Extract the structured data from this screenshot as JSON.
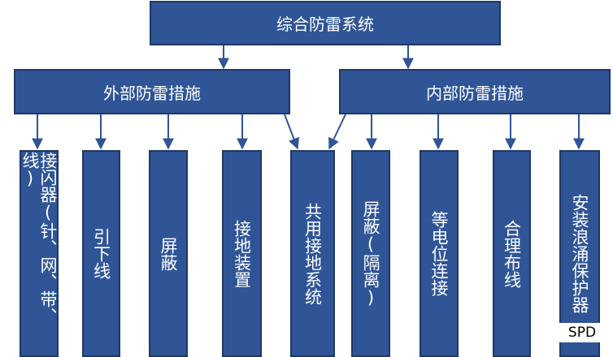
{
  "root": {
    "label": "综合防雷系统"
  },
  "external": {
    "label": "外部防雷措施",
    "items": [
      {
        "label": "接闪器(针、网、带、线)"
      },
      {
        "label": "引下线"
      },
      {
        "label": "屏蔽"
      },
      {
        "label": "接地装置"
      }
    ]
  },
  "shared": {
    "label": "共用接地系统"
  },
  "internal": {
    "label": "内部防雷措施",
    "items": [
      {
        "label": "屏蔽(隔离)"
      },
      {
        "label": "等电位连接"
      },
      {
        "label": "合理布线"
      },
      {
        "label": "安装浪涌保护器"
      }
    ],
    "spd_label": "SPD"
  },
  "colors": {
    "box_fill": "#2f5597",
    "box_border": "#1f3864",
    "connector": "#2f5597"
  }
}
